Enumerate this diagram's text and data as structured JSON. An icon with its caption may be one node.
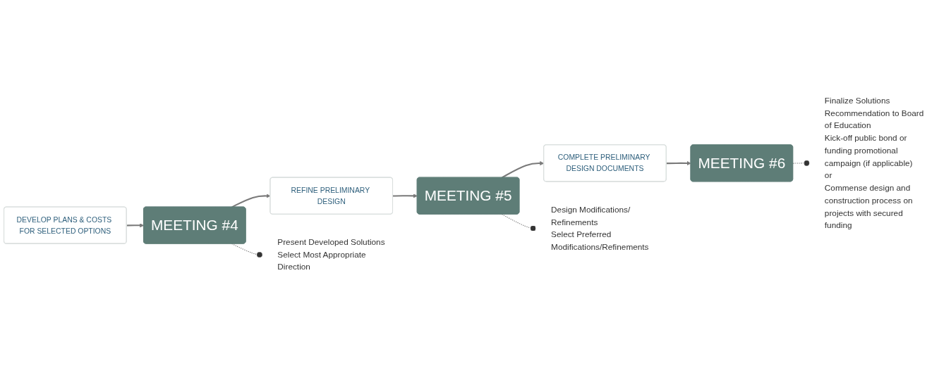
{
  "diagram": {
    "nodes": [
      {
        "text": [
          "DEVELOP PLANS & COSTS FOR SELECTED OPTIONS"
        ]
      },
      {
        "text": [
          "MEETING #4"
        ]
      },
      {
        "text": [
          "REFINE PRELIMINARY DESIGN"
        ]
      },
      {
        "text": [
          "MEETING #5"
        ]
      },
      {
        "text": [
          "COMPLETE PRELIMINARY DESIGN DOCUMENTS"
        ]
      },
      {
        "text": [
          "MEETING #6"
        ]
      },
      {
        "text": [
          "Present Developed Solutions",
          "Select Most Appropriate Direction"
        ]
      },
      {
        "text": [
          "Design Modifications/ Refinements",
          "Select Preferred Modifications/Refinements"
        ]
      },
      {
        "text": [
          "Finalize Solutions",
          "Recommendation to Board of Education",
          "Kick-off public bond or funding promotional campaign (if applicable)",
          "or",
          "Commense design and construction process on projects with secured funding"
        ]
      }
    ],
    "edges": [
      {
        "from": 0,
        "to": 1,
        "arrow": "to"
      },
      {
        "from": 1,
        "to": 2,
        "arrow": "to"
      },
      {
        "from": 2,
        "to": 3,
        "arrow": "to"
      },
      {
        "from": 3,
        "to": 4,
        "arrow": "to"
      },
      {
        "from": 4,
        "to": 5,
        "arrow": "to"
      },
      {
        "from": 1,
        "to": 6,
        "arrow": "other",
        "style": "dashed"
      },
      {
        "from": 3,
        "to": 7,
        "arrow": "other",
        "style": "dashed"
      },
      {
        "from": 5,
        "to": 8,
        "arrow": "other",
        "style": "dashed"
      }
    ]
  }
}
